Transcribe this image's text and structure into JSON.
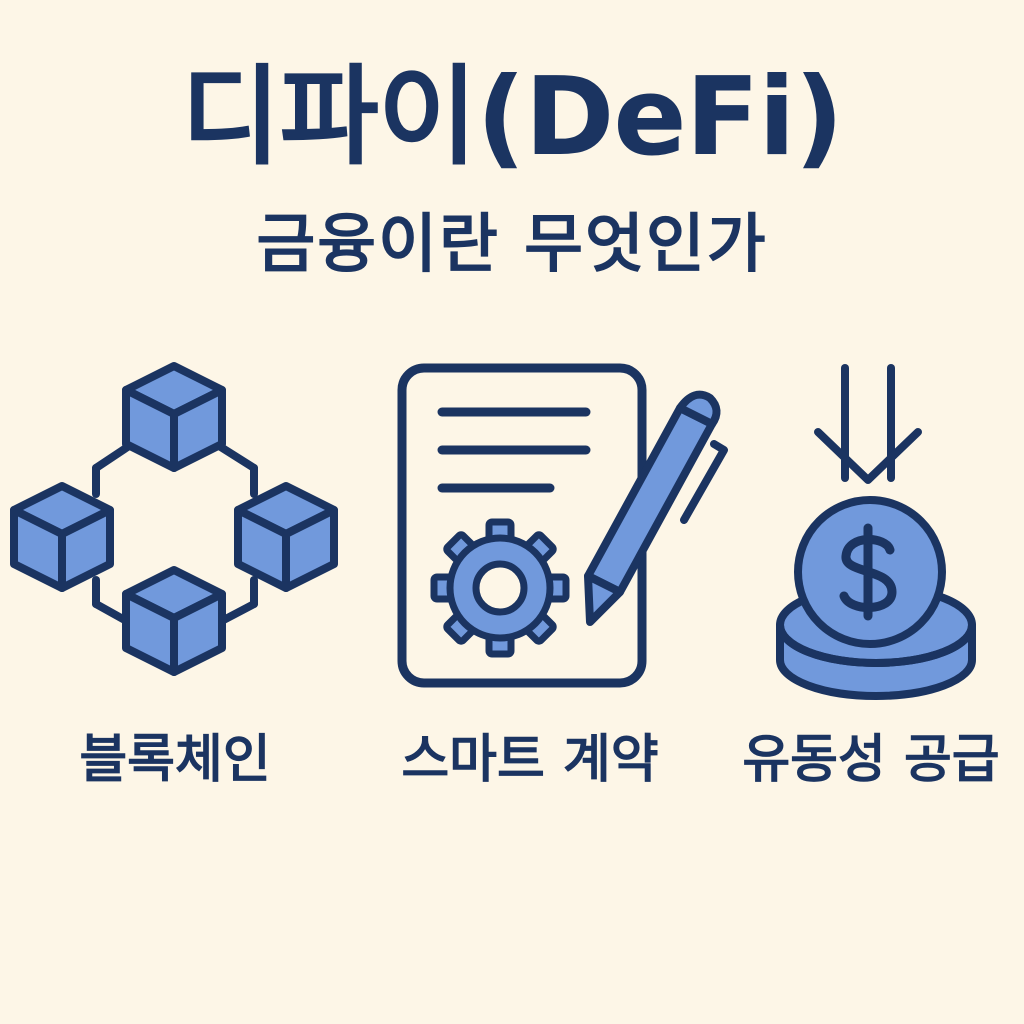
{
  "title": "디파이(DeFi)",
  "subtitle": "금융이란 무엇인가",
  "colors": {
    "background": "#fdf6e7",
    "navy": "#1b3461",
    "blue": "#7199dc"
  },
  "items": [
    {
      "label": "블록체인",
      "icon": "blockchain-icon"
    },
    {
      "label": "스마트 계약",
      "icon": "smart-contract-icon"
    },
    {
      "label": "유동성 공급",
      "icon": "liquidity-icon"
    }
  ]
}
